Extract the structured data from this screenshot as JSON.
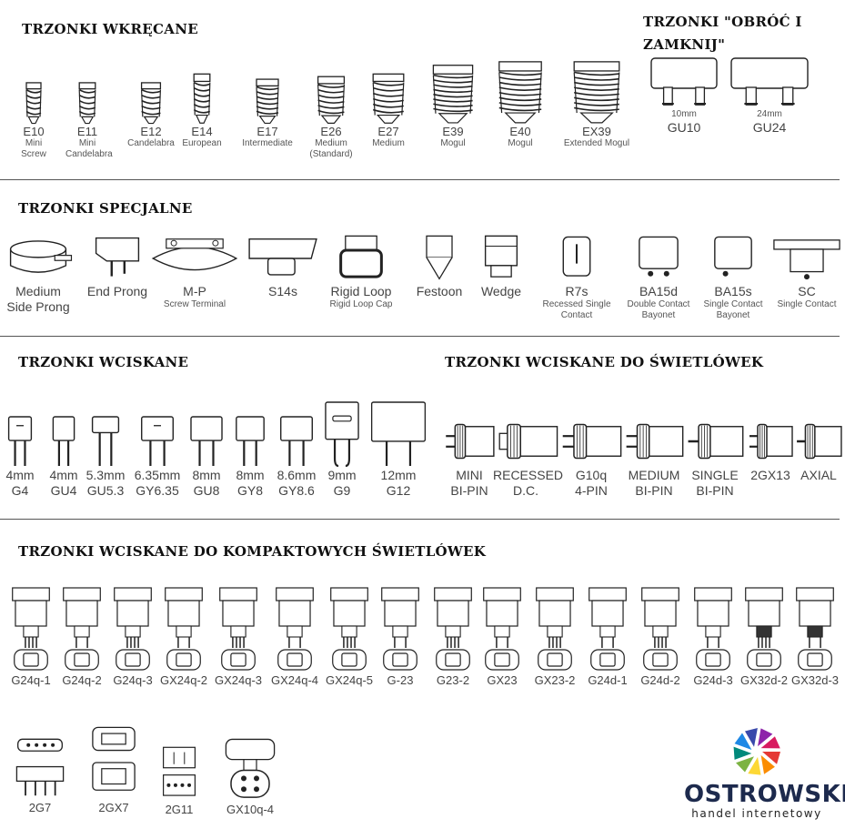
{
  "sections": {
    "screw": "TRZONKI WKRĘCANE",
    "twist": "TRZONKI \"OBRÓĆ I ZAMKNIJ\"",
    "special": "TRZONKI SPECJALNE",
    "push": "TRZONKI WCISKANE",
    "fluor": "TRZONKI WCISKANE DO ŚWIETLÓWEK",
    "compact": "TRZONKI WCISKANE DO KOMPAKTOWYCH ŚWIETLÓWEK"
  },
  "screw_bases": [
    {
      "code": "E10",
      "desc": [
        "Mini",
        "Screw"
      ],
      "icon": "screw-base-icon"
    },
    {
      "code": "E11",
      "desc": [
        "Mini",
        "Candelabra"
      ],
      "icon": "screw-base-icon"
    },
    {
      "code": "E12",
      "desc": [
        "Candelabra"
      ],
      "icon": "screw-base-icon"
    },
    {
      "code": "E14",
      "desc": [
        "European"
      ],
      "icon": "screw-base-icon"
    },
    {
      "code": "E17",
      "desc": [
        "Intermediate"
      ],
      "icon": "screw-base-icon"
    },
    {
      "code": "E26",
      "desc": [
        "Medium",
        "(Standard)"
      ],
      "icon": "screw-base-icon"
    },
    {
      "code": "E27",
      "desc": [
        "Medium"
      ],
      "icon": "screw-base-icon"
    },
    {
      "code": "E39",
      "desc": [
        "Mogul"
      ],
      "icon": "screw-base-icon"
    },
    {
      "code": "E40",
      "desc": [
        "Mogul"
      ],
      "icon": "screw-base-icon"
    },
    {
      "code": "EX39",
      "desc": [
        "Extended Mogul"
      ],
      "icon": "screw-base-icon"
    }
  ],
  "twist_bases": [
    {
      "size": "10mm",
      "code": "GU10",
      "icon": "twist-lock-base-icon"
    },
    {
      "size": "24mm",
      "code": "GU24",
      "icon": "twist-lock-base-icon"
    }
  ],
  "special_bases": [
    {
      "name": [
        "Medium",
        "Side Prong"
      ],
      "desc": [],
      "icon": "side-prong-base-icon"
    },
    {
      "name": [
        "End Prong"
      ],
      "desc": [],
      "icon": "end-prong-base-icon"
    },
    {
      "name": [
        "M-P"
      ],
      "desc": [
        "Screw Terminal"
      ],
      "icon": "screw-terminal-base-icon"
    },
    {
      "name": [
        "S14s"
      ],
      "desc": [],
      "icon": "s14s-base-icon"
    },
    {
      "name": [
        "Rigid Loop"
      ],
      "desc": [
        "Rigid Loop Cap"
      ],
      "icon": "rigid-loop-base-icon"
    },
    {
      "name": [
        "Festoon"
      ],
      "desc": [],
      "icon": "festoon-base-icon"
    },
    {
      "name": [
        "Wedge"
      ],
      "desc": [],
      "icon": "wedge-base-icon"
    },
    {
      "name": [
        "R7s"
      ],
      "desc": [
        "Recessed Single",
        "Contact"
      ],
      "icon": "r7s-base-icon"
    },
    {
      "name": [
        "BA15d"
      ],
      "desc": [
        "Double Contact",
        "Bayonet"
      ],
      "icon": "bayonet-base-icon"
    },
    {
      "name": [
        "BA15s"
      ],
      "desc": [
        "Single Contact",
        "Bayonet"
      ],
      "icon": "bayonet-base-icon"
    },
    {
      "name": [
        "SC"
      ],
      "desc": [
        "Single Contact"
      ],
      "icon": "single-contact-base-icon"
    }
  ],
  "pin_bases": [
    {
      "size": "4mm",
      "code": "G4",
      "icon": "bi-pin-base-icon"
    },
    {
      "size": "4mm",
      "code": "GU4",
      "icon": "bi-pin-base-icon"
    },
    {
      "size": "5.3mm",
      "code": "GU5.3",
      "icon": "bi-pin-base-icon"
    },
    {
      "size": "6.35mm",
      "code": "GY6.35",
      "icon": "bi-pin-base-icon"
    },
    {
      "size": "8mm",
      "code": "GU8",
      "icon": "bi-pin-base-icon"
    },
    {
      "size": "8mm",
      "code": "GY8",
      "icon": "bi-pin-base-icon"
    },
    {
      "size": "8.6mm",
      "code": "GY8.6",
      "icon": "bi-pin-base-icon"
    },
    {
      "size": "9mm",
      "code": "G9",
      "icon": "loop-pin-base-icon"
    },
    {
      "size": "12mm",
      "code": "G12",
      "icon": "bi-pin-base-icon"
    }
  ],
  "fluor_bases": [
    {
      "name": [
        "MINI",
        "BI-PIN"
      ],
      "icon": "tube-bi-pin-icon"
    },
    {
      "name": [
        "RECESSED",
        "D.C."
      ],
      "icon": "tube-recessed-dc-icon"
    },
    {
      "name": [
        "G10q",
        "4-PIN"
      ],
      "icon": "tube-g10q-icon"
    },
    {
      "name": [
        "MEDIUM",
        "BI-PIN"
      ],
      "icon": "tube-bi-pin-icon"
    },
    {
      "name": [
        "SINGLE",
        "BI-PIN"
      ],
      "icon": "tube-single-pin-icon"
    },
    {
      "name": [
        "2GX13"
      ],
      "icon": "tube-2gx13-icon"
    },
    {
      "name": [
        "AXIAL"
      ],
      "icon": "tube-axial-icon"
    }
  ],
  "compact_bases": [
    {
      "code": "G24q-1",
      "icon": "compact-fluor-base-icon"
    },
    {
      "code": "G24q-2",
      "icon": "compact-fluor-base-icon"
    },
    {
      "code": "G24q-3",
      "icon": "compact-fluor-base-icon"
    },
    {
      "code": "GX24q-2",
      "icon": "compact-fluor-base-icon"
    },
    {
      "code": "GX24q-3",
      "icon": "compact-fluor-base-icon"
    },
    {
      "code": "GX24q-4",
      "icon": "compact-fluor-base-icon"
    },
    {
      "code": "GX24q-5",
      "icon": "compact-fluor-base-icon"
    },
    {
      "code": "G-23",
      "icon": "compact-fluor-base-icon"
    },
    {
      "code": "G23-2",
      "icon": "compact-fluor-base-icon"
    },
    {
      "code": "GX23",
      "icon": "compact-fluor-base-icon"
    },
    {
      "code": "GX23-2",
      "icon": "compact-fluor-base-icon"
    },
    {
      "code": "G24d-1",
      "icon": "compact-fluor-base-icon"
    },
    {
      "code": "G24d-2",
      "icon": "compact-fluor-base-icon"
    },
    {
      "code": "G24d-3",
      "icon": "compact-fluor-base-icon"
    },
    {
      "code": "GX32d-2",
      "icon": "compact-fluor-base-icon"
    },
    {
      "code": "GX32d-3",
      "icon": "compact-fluor-base-icon"
    }
  ],
  "compact_bases_2": [
    {
      "code": "2G7",
      "icon": "compact-fluor-base-icon"
    },
    {
      "code": "2GX7",
      "icon": "compact-fluor-base-icon"
    },
    {
      "code": "2G11",
      "icon": "compact-fluor-base-icon"
    },
    {
      "code": "GX10q-4",
      "icon": "compact-fluor-base-icon"
    }
  ],
  "logo": {
    "name": "OSTROWSKI",
    "tagline": "handel internetowy",
    "colors": [
      "#e53935",
      "#fb8c00",
      "#fdd835",
      "#7cb342",
      "#00897b",
      "#1e88e5",
      "#3949ab",
      "#8e24aa",
      "#d81b60"
    ]
  }
}
